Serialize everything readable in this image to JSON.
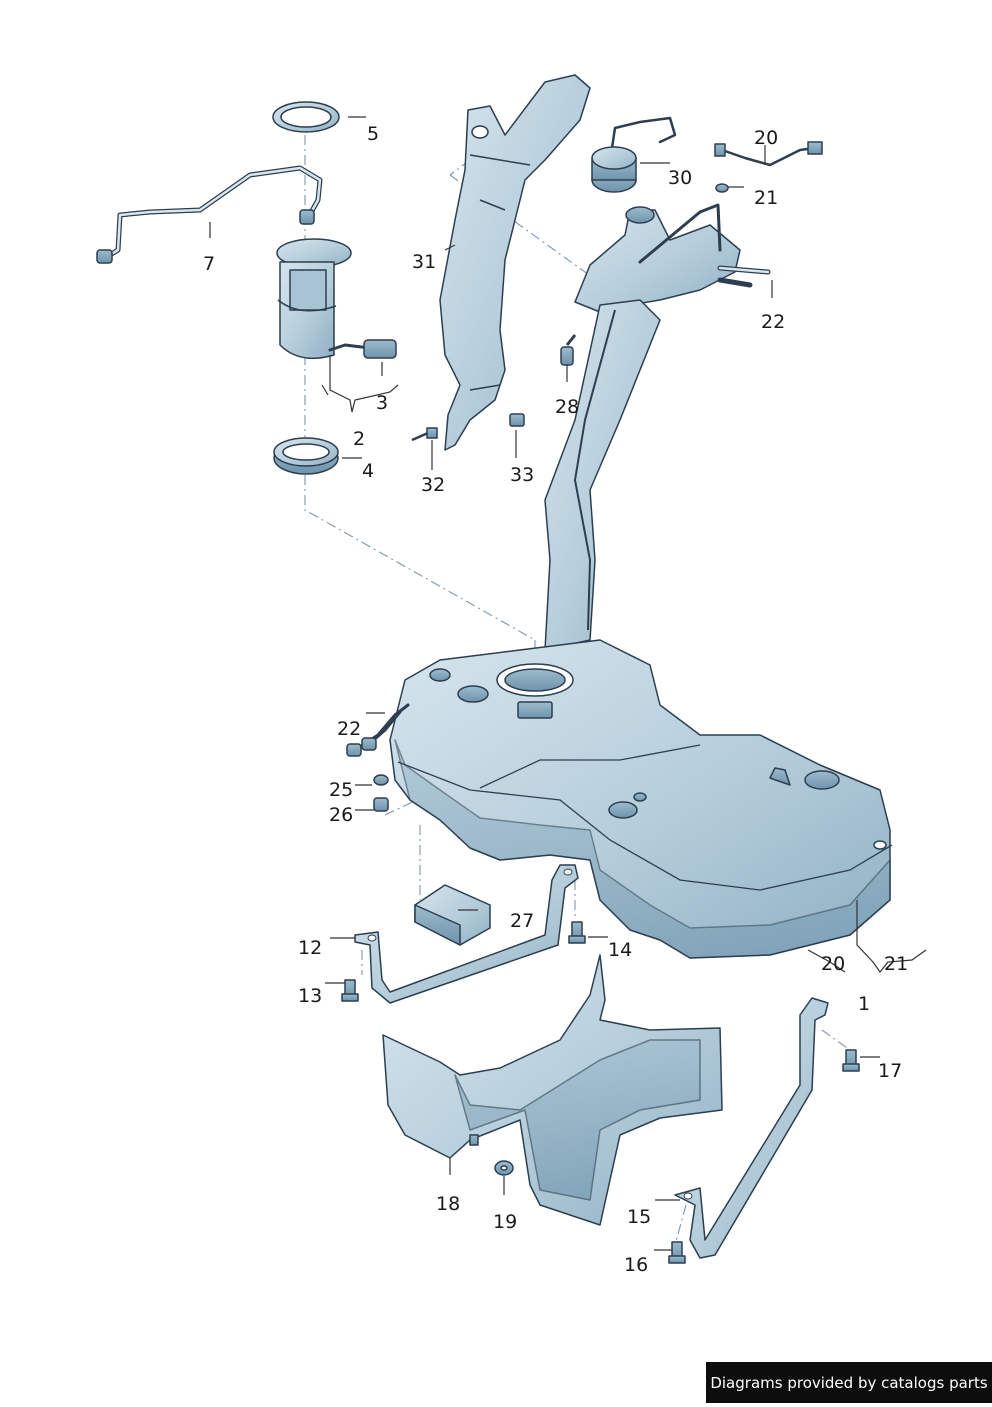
{
  "diagram": {
    "callouts": [
      "5",
      "7",
      "3",
      "2",
      "4",
      "31",
      "32",
      "33",
      "30",
      "20",
      "21",
      "22",
      "28",
      "22",
      "25",
      "26",
      "27",
      "12",
      "13",
      "14",
      "20",
      "21",
      "1",
      "17",
      "18",
      "19",
      "15",
      "16"
    ]
  },
  "footer": {
    "credit": "Diagrams provided by catalogs parts"
  },
  "colors": {
    "part_fill": "#b9d0dd",
    "part_shade": "#8faec2",
    "outline": "#2c3e50",
    "leader": "#333333",
    "dashed_axis": "#7e97ad",
    "credit_bg": "#0d0d0d"
  }
}
